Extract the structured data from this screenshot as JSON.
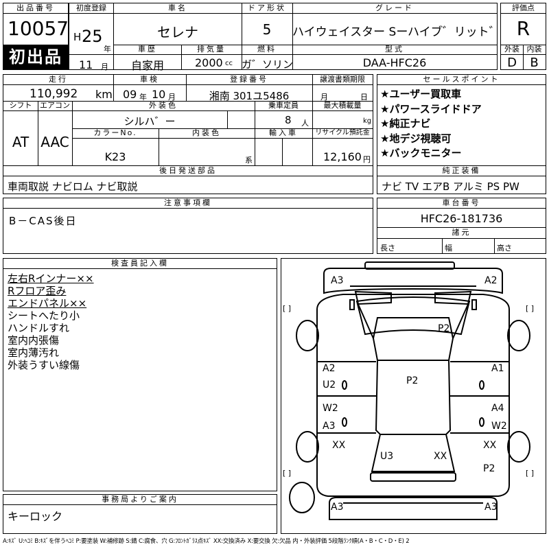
{
  "header": {
    "lot_label": "出品番号",
    "lot_number": "10057",
    "first_listing": "初出品",
    "first_reg_label": "初度登録",
    "era": "H",
    "year_num": "25",
    "year_unit": "年",
    "month_num": "11",
    "month_unit": "月",
    "car_name_label": "車名",
    "car_name": "セレナ",
    "door_label": "ドア形状",
    "doors": "5",
    "grade_label": "グレード",
    "grade": "ハイウェイスター Sーハイブ゛リット゛",
    "history_label": "車歴",
    "history": "自家用",
    "displacement_label": "排気量",
    "displacement": "2000",
    "displacement_unit": "cc",
    "fuel_label": "燃料",
    "fuel": "ガ゛ソリン",
    "model_label": "型式",
    "model": "DAA-HFC26",
    "rating_label": "評価点",
    "rating": "R",
    "exterior_label": "外装",
    "exterior": "D",
    "interior_label": "内装",
    "interior": "B"
  },
  "row2": {
    "mileage_label": "走行",
    "mileage": "110,992",
    "mileage_unit": "km",
    "inspection_label": "車検",
    "insp_year": "09",
    "insp_year_unit": "年",
    "insp_month": "10",
    "insp_month_unit": "月",
    "plate_label": "登録番号",
    "plate": "湘南 301ユ5486",
    "transfer_label": "譲渡書類期限",
    "transfer_month_unit": "月",
    "transfer_day_unit": "日"
  },
  "row3": {
    "shift_label": "シフト",
    "shift": "AT",
    "ac_label": "エアコン",
    "ac": "AAC",
    "ext_color_label": "外装色",
    "ext_color": "シルハ゛ー",
    "color_no_label": "カラーNo.",
    "color_no": "K23",
    "int_color_label": "内装色",
    "int_color_unit": "系",
    "capacity_label": "乗車定員",
    "capacity": "8",
    "capacity_unit": "人",
    "import_label": "輸入車",
    "load_label": "最大積載量",
    "load_unit": "kg",
    "recycle_label": "リサイクル預託金",
    "recycle": "12,160",
    "recycle_unit": "円"
  },
  "sales_points": {
    "title": "セールスポイント",
    "items": [
      "★ユーザー買取車",
      "★パワースライドドア",
      "★純正ナビ",
      "★地デジ視聴可",
      "★バックモニター"
    ]
  },
  "later_parts": {
    "title": "後日発送部品",
    "value": "車両取説 ナビロム ナビ取説"
  },
  "genuine_equipment": {
    "title": "純正装備",
    "value": "ナビ TV エアB アルミ PS PW"
  },
  "caution": {
    "title": "注意事項欄",
    "value": "B－CAS後日"
  },
  "chassis": {
    "title": "車台番号",
    "value": "HFC26-181736"
  },
  "specs": {
    "title": "諸元",
    "length_label": "長さ",
    "width_label": "幅",
    "height_label": "高さ"
  },
  "inspector": {
    "title": "検査員記入欄",
    "items": [
      {
        "text": "左右Rインナー××",
        "underline": true
      },
      {
        "text": "Rフロア歪み",
        "underline": true
      },
      {
        "text": "エンドパネル××",
        "underline": true
      },
      {
        "text": "シートへたり小",
        "underline": false
      },
      {
        "text": "ハンドルすれ",
        "underline": false
      },
      {
        "text": "室内内張傷",
        "underline": false
      },
      {
        "text": "室内薄汚れ",
        "underline": false
      },
      {
        "text": "外装うすい線傷",
        "underline": false
      }
    ]
  },
  "office": {
    "title": "事務局よりご案内",
    "value": "キーロック"
  },
  "diagram": {
    "bracket": "[ ]",
    "labels": {
      "fl_corner": "A3",
      "fr_corner": "A2",
      "roof": "P2",
      "center": "P2",
      "l_front_door_a": "A2",
      "l_front_door_u": "U2",
      "r_front_door": "A1",
      "l_rear_door_w": "W2",
      "l_rear_door_a": "A3",
      "r_rear_door_a": "A4",
      "r_rear_door_w": "W2",
      "l_rear_fender": "XX",
      "r_rear_fender": "XX",
      "trunk_u": "U3",
      "trunk_xx": "XX",
      "r_quarter": "P2",
      "rl_corner": "A3",
      "rr_corner": "A3"
    }
  },
  "legend": "A:ｷｽﾞ U:ﾍｺﾐ B:ｷｽﾞを伴うﾍｺﾐ P:要塗装 W:補修跡 S:錆 C:腐食、穴 G:ﾌﾛﾝﾄｶﾞﾗｽ点ｷｽﾞ XX:交換済み X:要交換 欠:欠品 内・外装評価 5段階ﾗﾝｸ順(A・B・C・D・E) 2"
}
